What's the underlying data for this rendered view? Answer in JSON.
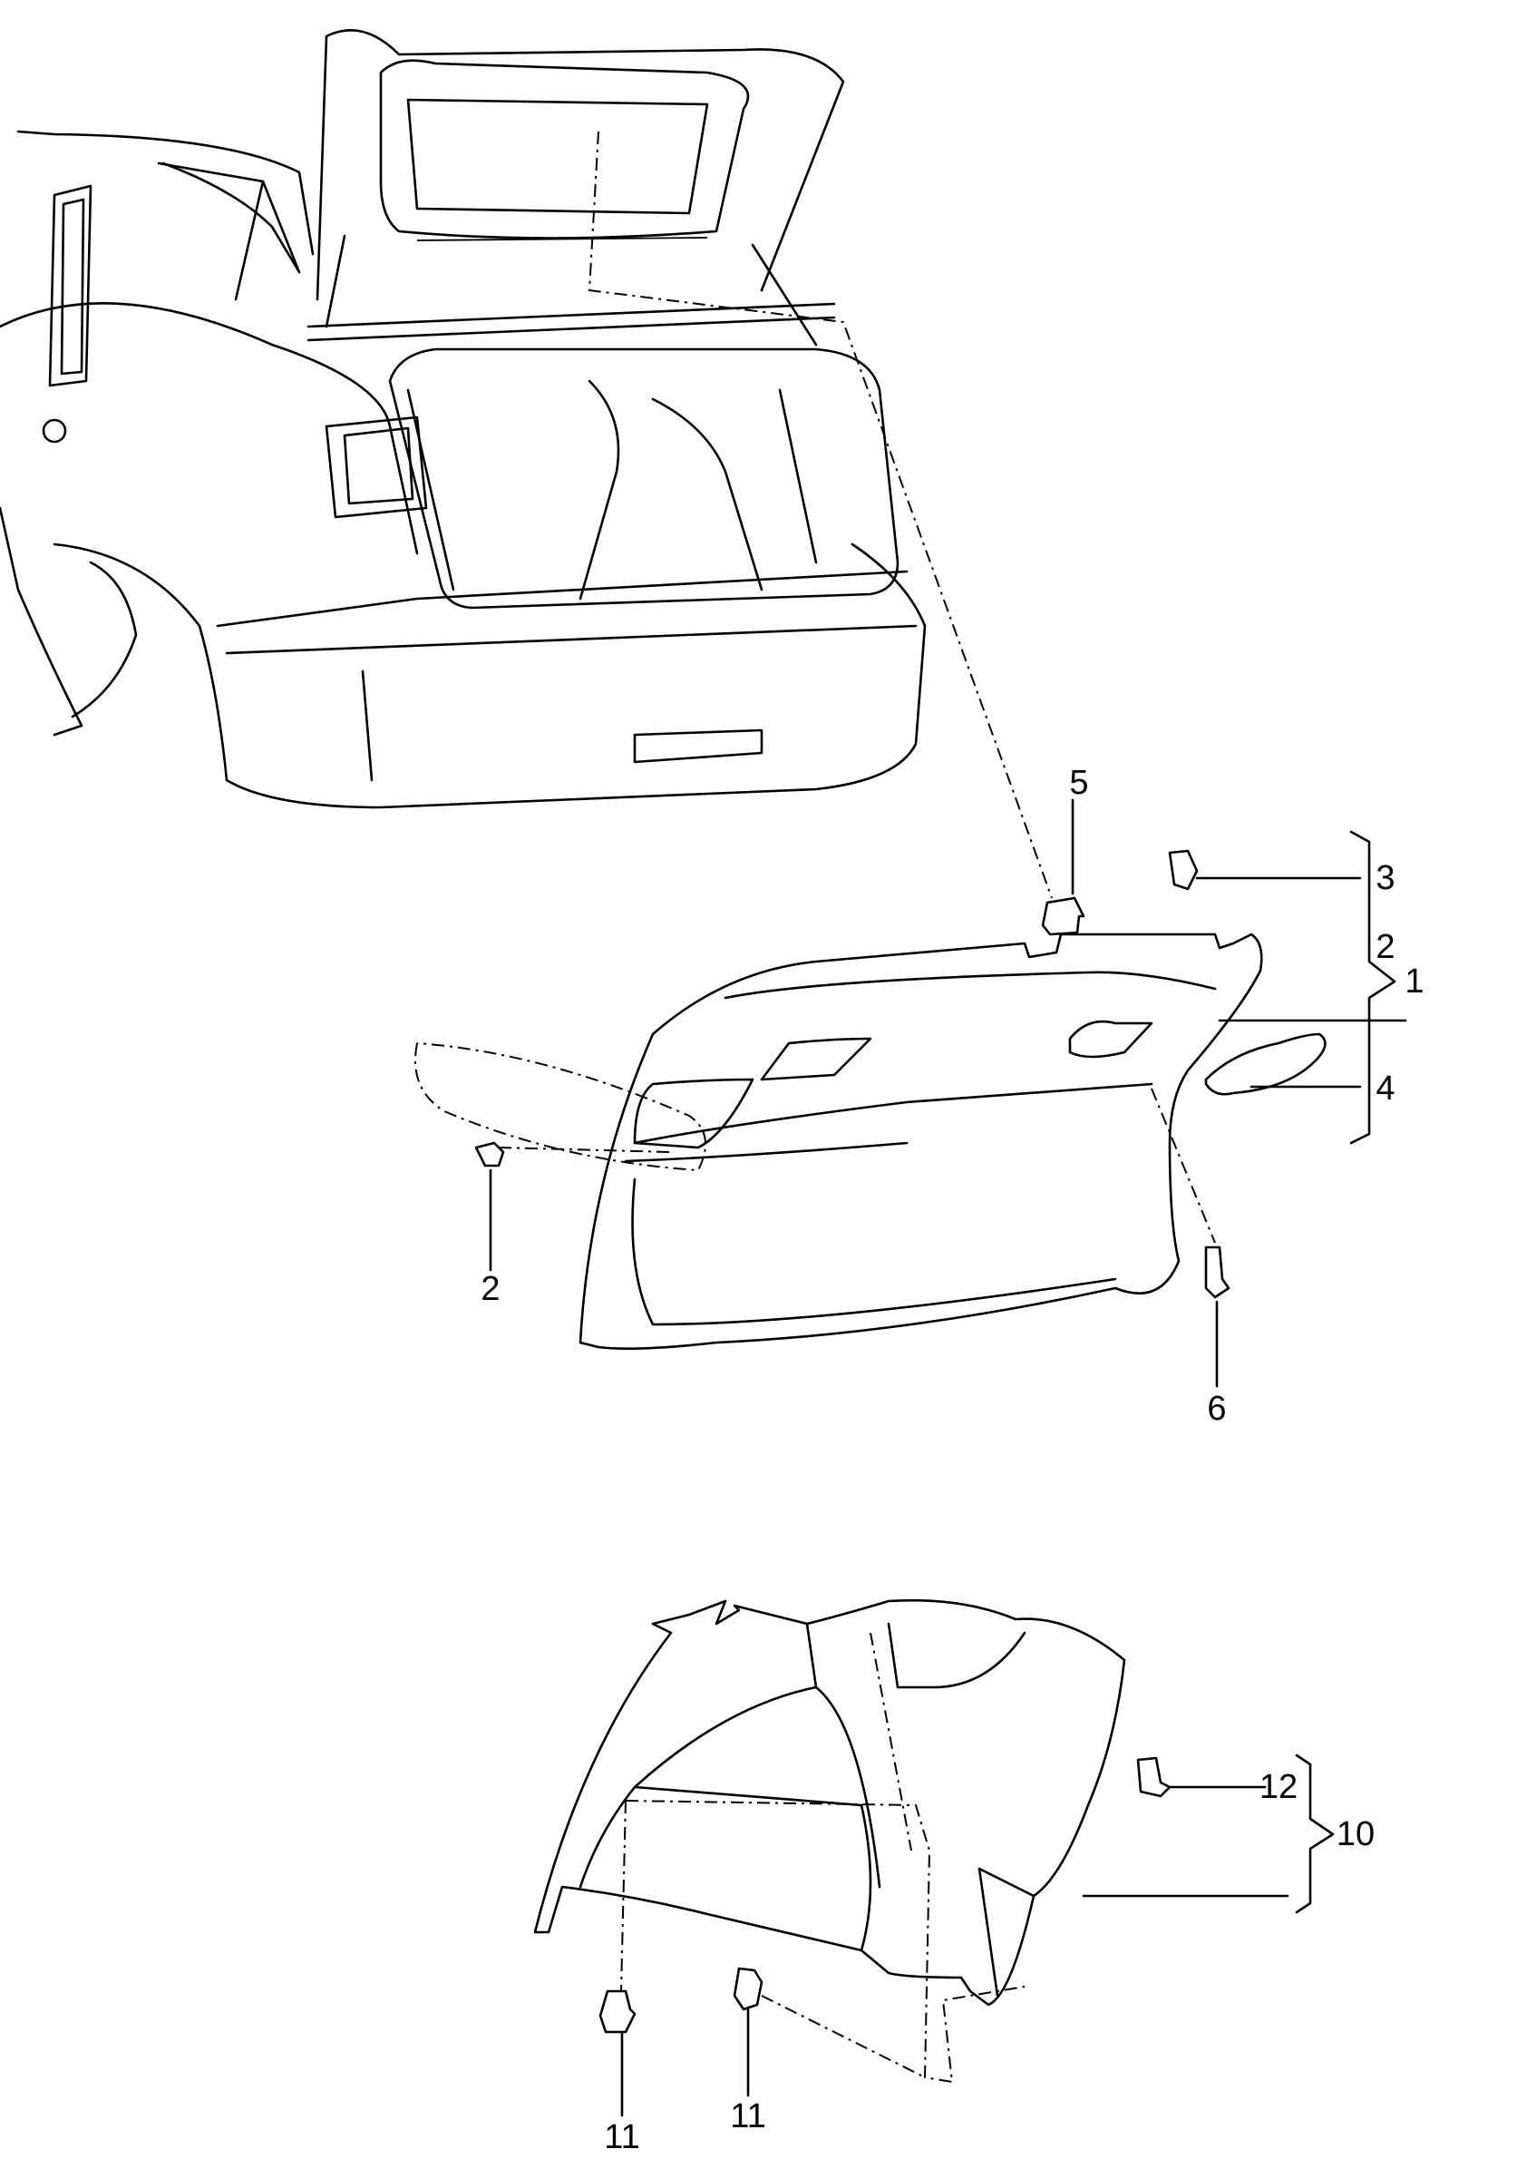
{
  "diagram": {
    "type": "exploded parts diagram",
    "callouts": [
      {
        "id": "callout-5",
        "number": "5"
      },
      {
        "id": "callout-3",
        "number": "3"
      },
      {
        "id": "callout-2-right",
        "number": "2"
      },
      {
        "id": "callout-1",
        "number": "1"
      },
      {
        "id": "callout-4",
        "number": "4"
      },
      {
        "id": "callout-2-left",
        "number": "2"
      },
      {
        "id": "callout-6",
        "number": "6"
      },
      {
        "id": "callout-12",
        "number": "12"
      },
      {
        "id": "callout-10",
        "number": "10"
      },
      {
        "id": "callout-11-left",
        "number": "11"
      },
      {
        "id": "callout-11-right",
        "number": "11"
      }
    ]
  }
}
